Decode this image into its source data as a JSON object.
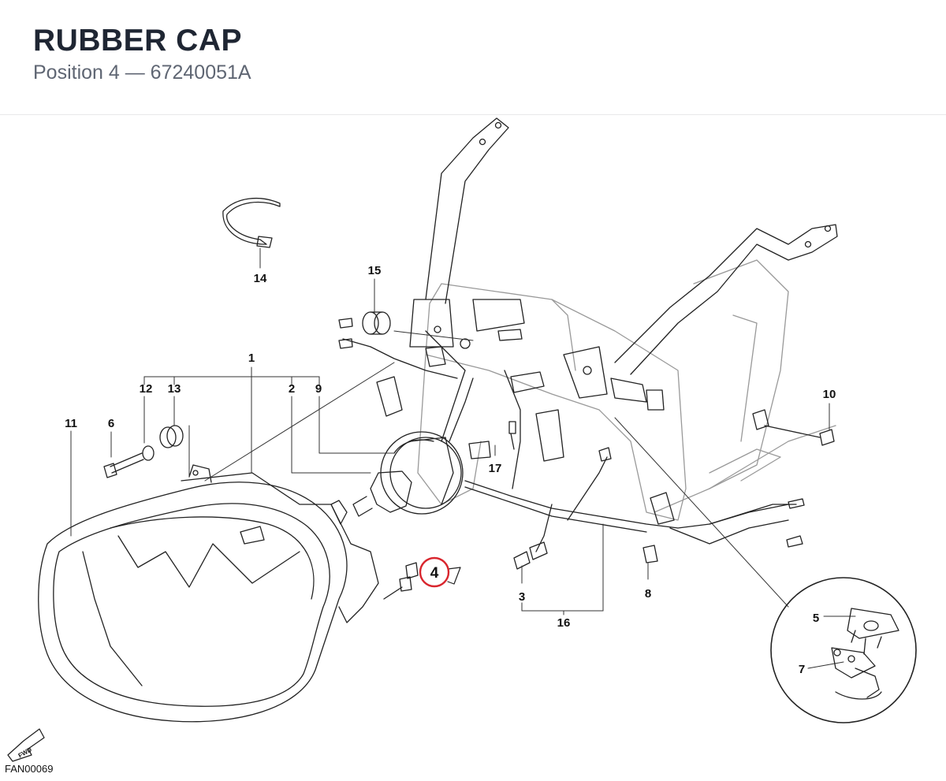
{
  "header": {
    "title": "RUBBER CAP",
    "subtitle": "Position 4 — 67240051A"
  },
  "diagram": {
    "highlight_color": "#d9262e",
    "highlighted_position": "4",
    "callouts": [
      "1",
      "2",
      "3",
      "4",
      "5",
      "6",
      "7",
      "8",
      "9",
      "10",
      "11",
      "12",
      "13",
      "14",
      "15",
      "16",
      "17"
    ],
    "fwd_label": "FWD",
    "drawing_code": "FAN00069"
  }
}
